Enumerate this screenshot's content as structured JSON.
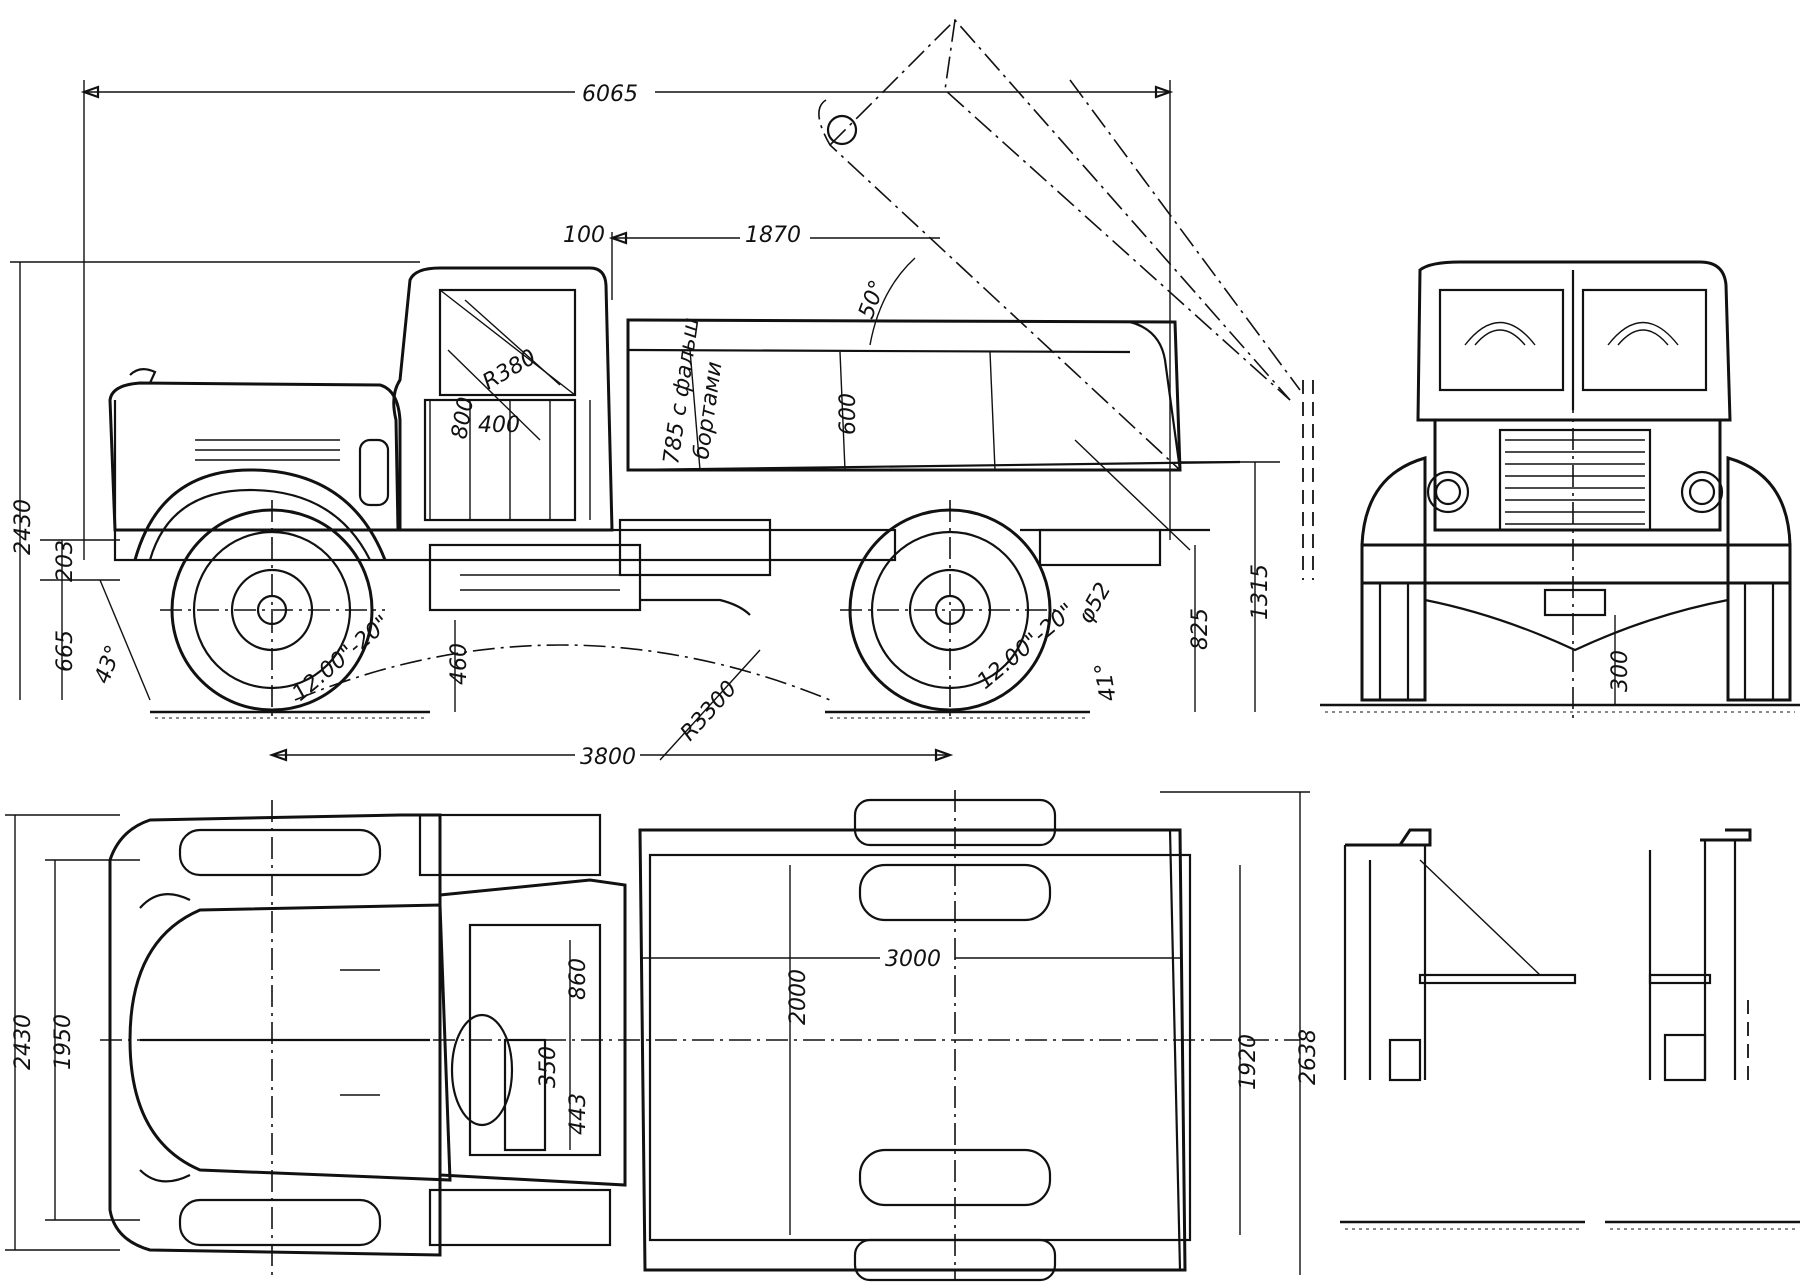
{
  "dimensions": {
    "overall_length": "6065",
    "cab_offset": "100",
    "body_dist": "1870",
    "tilt_angle": "50°",
    "door_radius": "R380",
    "seat_800": "800",
    "seat_400": "400",
    "body_note_1": "785 с фальш",
    "body_note_2": "бортами",
    "side_height": "600",
    "overall_height": "2430",
    "bumper_height": "203",
    "front_height": "665",
    "approach_angle": "43°",
    "tire_front": "12.00\"-20\"",
    "clearance": "460",
    "turn_radius": "R3300",
    "tire_rear": "12.00\"-20\"",
    "hinge_dia": "φ52",
    "departure_angle": "41°",
    "rear_825": "825",
    "height_1315": "1315",
    "wheelbase": "3800",
    "front_clearance": "300",
    "plan_width": "2430",
    "front_track": "1950",
    "cab_860": "860",
    "cab_350": "350",
    "cab_443": "443",
    "body_width": "2000",
    "body_length": "3000",
    "rear_track": "1920",
    "rear_width": "2638"
  }
}
